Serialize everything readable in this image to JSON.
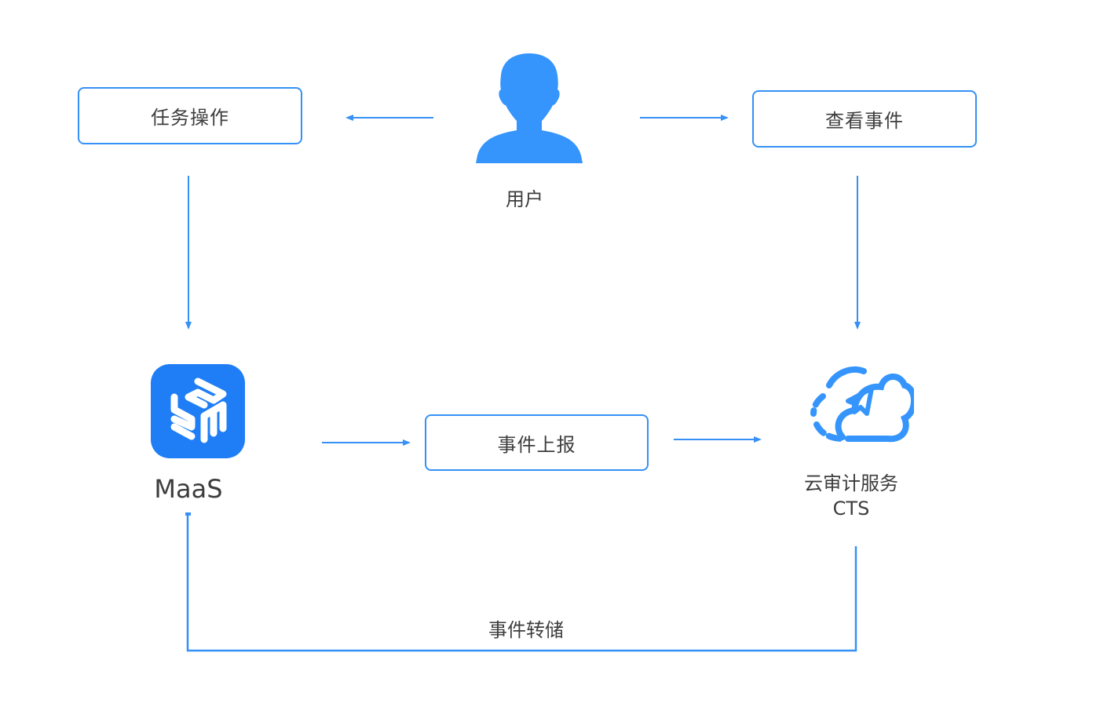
{
  "diagram": {
    "accent_color": "#3591f5",
    "nodes": {
      "user": {
        "label": "用户",
        "icon": "user-icon"
      },
      "task_ops": {
        "label": "任务操作"
      },
      "view_events": {
        "label": "查看事件"
      },
      "maas": {
        "label": "MaaS",
        "icon": "maas-logo-icon"
      },
      "event_report": {
        "label": "事件上报"
      },
      "cts": {
        "label_line1": "云审计服务",
        "label_line2": "CTS",
        "icon": "cloud-icon"
      },
      "event_dump": {
        "label": "事件转储"
      }
    },
    "edges": [
      {
        "from": "user",
        "to": "task_ops"
      },
      {
        "from": "user",
        "to": "view_events"
      },
      {
        "from": "task_ops",
        "to": "maas"
      },
      {
        "from": "view_events",
        "to": "cts"
      },
      {
        "from": "maas",
        "to": "event_report"
      },
      {
        "from": "event_report",
        "to": "cts"
      },
      {
        "from": "cts",
        "to": "maas",
        "label": "事件转储"
      }
    ]
  }
}
